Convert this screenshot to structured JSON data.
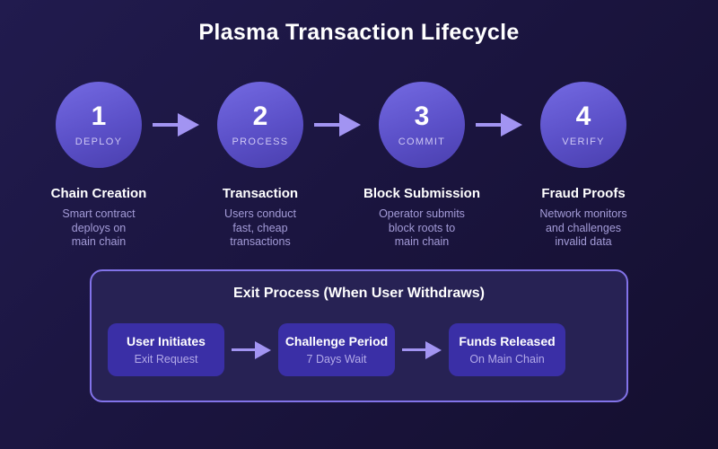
{
  "title": "Plasma Transaction Lifecycle",
  "colors": {
    "background_start": "#211b4e",
    "background_end": "#140f2f",
    "circle_gradient_top": "#746ae2",
    "circle_gradient_bottom": "#4a3fae",
    "arrow": "#a294f2",
    "panel_border": "#8273e9",
    "panel_background": "#272254",
    "exit_box_background": "#3a2fa6",
    "muted_text": "#a49cd8",
    "sub_text": "#b3aae8"
  },
  "steps": [
    {
      "number": "1",
      "stage": "DEPLOY",
      "title": "Chain Creation",
      "description": "Smart contract\ndeploys on\nmain chain"
    },
    {
      "number": "2",
      "stage": "PROCESS",
      "title": "Transaction",
      "description": "Users conduct\nfast, cheap\ntransactions"
    },
    {
      "number": "3",
      "stage": "COMMIT",
      "title": "Block Submission",
      "description": "Operator submits\nblock roots to\nmain chain"
    },
    {
      "number": "4",
      "stage": "VERIFY",
      "title": "Fraud Proofs",
      "description": "Network monitors\nand challenges\ninvalid data"
    }
  ],
  "exit_process": {
    "title": "Exit Process (When User Withdraws)",
    "steps": [
      {
        "title": "User Initiates",
        "subtitle": "Exit Request"
      },
      {
        "title": "Challenge Period",
        "subtitle": "7 Days Wait"
      },
      {
        "title": "Funds Released",
        "subtitle": "On Main Chain"
      }
    ]
  }
}
